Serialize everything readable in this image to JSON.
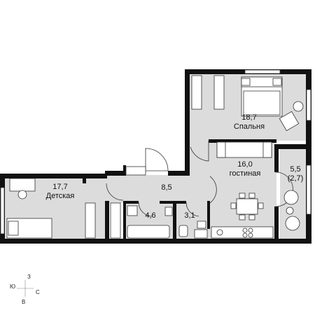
{
  "colors": {
    "wall": "#111111",
    "floor": "#dcdcdc",
    "furniture": "#ffffff",
    "line": "#333333"
  },
  "rooms": {
    "bedroom": {
      "area": "18,7",
      "name": "Спальня"
    },
    "living": {
      "area": "16,0",
      "name": "гостиная"
    },
    "balcony": {
      "area": "5,5",
      "area_note": "(2,7)"
    },
    "kids": {
      "area": "17,7",
      "name": "Детская"
    },
    "hall": {
      "area": "8,5"
    },
    "bath": {
      "area": "4,6"
    },
    "wc": {
      "area": "3,1"
    }
  },
  "compass": {
    "north": "З",
    "east": "С",
    "south": "В",
    "west": "Ю"
  }
}
